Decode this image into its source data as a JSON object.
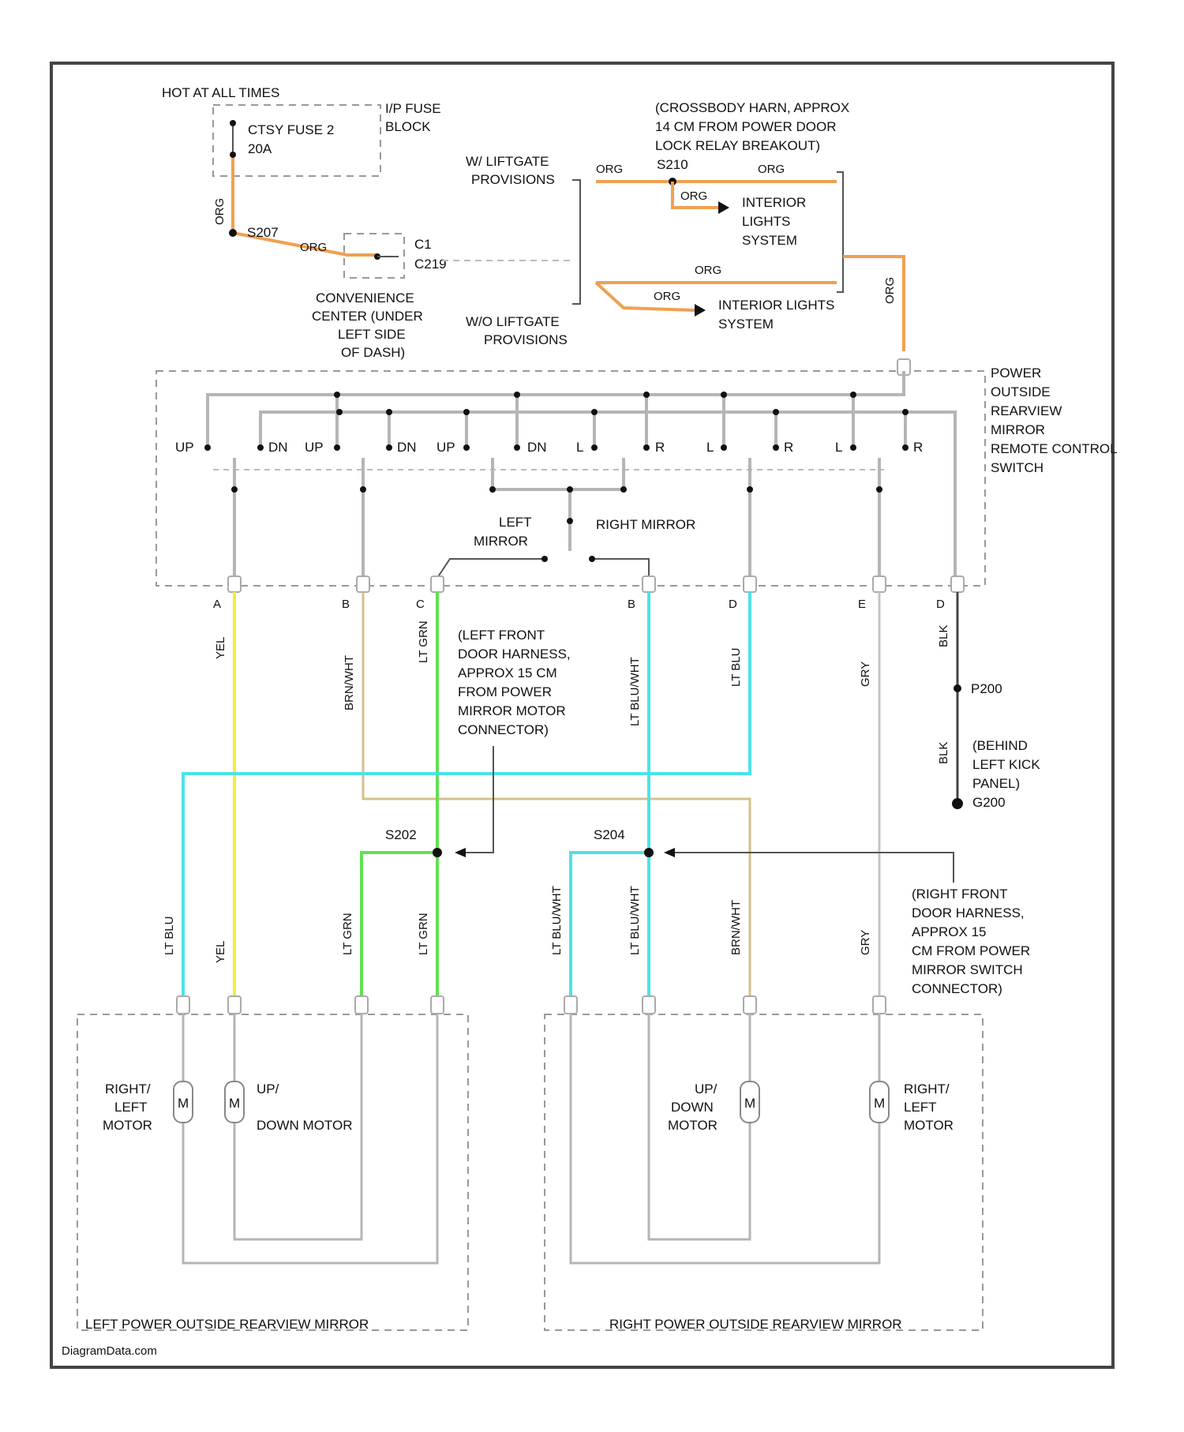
{
  "colors": {
    "ORG": "#f0a050",
    "YEL": "#f2ee3a",
    "LT_GRN": "#62e052",
    "LT_BLU": "#4de2ea",
    "BRN_WHT": "#d6bf8c",
    "GRY": "#c4c4c4",
    "BLK": "#444444",
    "frame": "#444444"
  },
  "fuse": {
    "hot_label": "HOT AT ALL TIMES",
    "fuse_line1": "CTSY FUSE 2",
    "fuse_line2": "20A",
    "block_line1": "I/P FUSE",
    "block_line2": "BLOCK"
  },
  "splices": {
    "s207": "S207",
    "s210": "S210",
    "s202": "S202",
    "s204": "S204",
    "s202_gnd": "P200"
  },
  "connector_c219": {
    "c1": "C1",
    "c2": "C219",
    "desc1": "CONVENIENCE",
    "desc2": "CENTER (UNDER",
    "desc3": "LEFT SIDE",
    "desc4": "OF DASH)"
  },
  "liftgate": {
    "w_line1": "W/ LIFTGATE",
    "w_line2": "PROVISIONS",
    "wo_line1": "W/O LIFTGATE",
    "wo_line2": "PROVISIONS"
  },
  "crossbody": {
    "line1": "(CROSSBODY HARN, APPROX",
    "line2": "14 CM FROM POWER DOOR",
    "line3": "LOCK RELAY BREAKOUT)"
  },
  "interior": {
    "top_line1": "INTERIOR",
    "top_line2": "LIGHTS",
    "top_line3": "SYSTEM",
    "bottom_line1": "INTERIOR LIGHTS",
    "bottom_line2": "SYSTEM"
  },
  "switch": {
    "title_lines": [
      "POWER",
      "OUTSIDE",
      "REARVIEW",
      "MIRROR",
      "REMOTE CONTROL",
      "SWITCH"
    ],
    "contact_labels": [
      "UP",
      "DN",
      "UP",
      "DN",
      "UP",
      "DN",
      "L",
      "R",
      "L",
      "R",
      "L",
      "R"
    ],
    "left_mirror1": "LEFT",
    "left_mirror2": "MIRROR",
    "right_mirror": "RIGHT MIRROR",
    "pins": [
      "A",
      "B",
      "C",
      "B",
      "D",
      "E",
      "D"
    ]
  },
  "wires": {
    "org": "ORG",
    "yel": "YEL",
    "brn_wht": "BRN/WHT",
    "lt_grn": "LT GRN",
    "lt_blu_wht": "LT BLU/WHT",
    "lt_blu": "LT BLU",
    "gry": "GRY",
    "blk": "BLK"
  },
  "ground": {
    "line1": "(BEHIND",
    "line2": "LEFT KICK",
    "line3": "PANEL)",
    "id": "G200"
  },
  "left_harness": {
    "lines": [
      "(LEFT FRONT",
      "DOOR HARNESS,",
      "APPROX 15 CM",
      "FROM POWER",
      "MIRROR MOTOR",
      "CONNECTOR)"
    ]
  },
  "right_harness": {
    "lines": [
      "(RIGHT FRONT",
      "DOOR HARNESS,",
      "APPROX 15",
      "CM FROM POWER",
      "MIRROR SWITCH",
      "CONNECTOR)"
    ]
  },
  "left_mirror": {
    "rl_line1": "RIGHT/",
    "rl_line2": "LEFT",
    "rl_line3": "MOTOR",
    "ud_line1": "UP/",
    "ud_line2": "DOWN MOTOR",
    "title": "LEFT POWER OUTSIDE REARVIEW MIRROR"
  },
  "right_mirror": {
    "ud_line1": "UP/",
    "ud_line2": "DOWN",
    "ud_line3": "MOTOR",
    "rl_line1": "RIGHT/",
    "rl_line2": "LEFT",
    "rl_line3": "MOTOR",
    "title": "RIGHT POWER OUTSIDE REARVIEW MIRROR"
  },
  "motor_symbol": "M",
  "watermark": "DiagramData.com"
}
